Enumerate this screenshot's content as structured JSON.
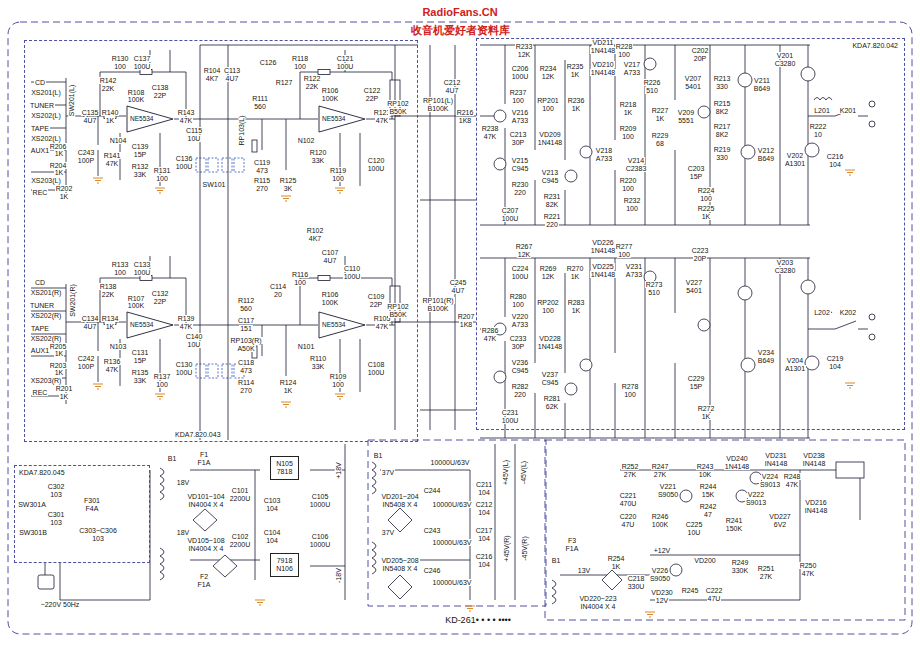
{
  "diagram": {
    "nodes": [
      {
        "text": [
          "KDA7.820.043"
        ]
      },
      {
        "text": [
          "KDA7.820.042"
        ]
      },
      {
        "text": [
          "KDA7.820.045"
        ]
      },
      {
        "text": [
          "NE5534"
        ],
        "in": 0
      },
      {
        "text": [
          "NE5534"
        ],
        "in": 0
      },
      {
        "text": [
          "NE5534"
        ],
        "in": 0
      },
      {
        "text": [
          "NE5534"
        ],
        "in": 0
      },
      {
        "text": [
          "N105",
          "7818"
        ]
      },
      {
        "text": [
          "7918",
          "N106"
        ]
      }
    ],
    "labels": [
      "RadioFans.CN",
      "收音机爱好者资料库",
      "KD-261• • • • ••••",
      "CD",
      "XS201(L)",
      "TUNER",
      "XS202(L)",
      "TAPE",
      "XS202(L)",
      "AUX1",
      "R206",
      "1K",
      "XS203(L)",
      "R204",
      "1K",
      "REC",
      "R202",
      "1K",
      "SW201(L)",
      "C135",
      "4U7",
      "R140",
      "1K",
      "C243",
      "100P",
      "R141",
      "47K",
      "R130",
      "100",
      "C137",
      "100U",
      "R142",
      "22K",
      "R108",
      "100K",
      "C138",
      "22P",
      "N104",
      "R143",
      "47K",
      "C139",
      "15P",
      "R132",
      "33K",
      "R131",
      "100",
      "C136",
      "100U",
      "C115",
      "10U",
      "R104",
      "4K7",
      "C113",
      "4U7",
      "RP103(L)",
      "R111",
      "560",
      "C126",
      "R127",
      "C119",
      "473",
      "R115",
      "270",
      "R125",
      "3K",
      "SW101",
      "R118",
      "100",
      "C121",
      "100U",
      "R122",
      "22K",
      "R106",
      "100K",
      "C122",
      "22P",
      "N102",
      "R123",
      "47K",
      "R120",
      "33K",
      "R119",
      "100",
      "C120",
      "100U",
      "RP102",
      "B50K",
      "RP101(L)",
      "B100K",
      "C212",
      "4U7",
      "R216",
      "1K8",
      "R102",
      "4K7",
      "C107",
      "4U7",
      "C110",
      "100U",
      "CD",
      "XS201(R)",
      "TUNER",
      "XS202(R)",
      "TAPE",
      "XS202(R)",
      "AUX1",
      "R205",
      "1K",
      "XS203(R)",
      "R203",
      "1K",
      "REC",
      "R201",
      "1K",
      "SW201(R)",
      "C134",
      "4U7",
      "R134",
      "1K",
      "C242",
      "100P",
      "R136",
      "47K",
      "R133",
      "100",
      "C133",
      "100U",
      "R138",
      "22K",
      "R107",
      "100K",
      "C132",
      "22P",
      "N103",
      "R139",
      "47K",
      "C131",
      "15P",
      "R135",
      "33K",
      "R137",
      "100",
      "C130",
      "100U",
      "C140",
      "10U",
      "R112",
      "560",
      "C117",
      "151",
      "RP103(R)",
      "A50K",
      "C118",
      "473",
      "R114",
      "270",
      "R124",
      "1K",
      "C114",
      "20",
      "R116",
      "100",
      "R106",
      "100K",
      "C109",
      "22P",
      "N101",
      "R105",
      "47K",
      "R110",
      "33K",
      "R109",
      "100",
      "C108",
      "100U",
      "RP102",
      "B50K",
      "RP101(R)",
      "B100K",
      "C245",
      "4U7",
      "R207",
      "1K8",
      "B1",
      "F1",
      "F1A",
      "18V",
      "VD101~104",
      "IN4004 X 4",
      "C101",
      "2200U",
      "C103",
      "104",
      "+18V",
      "C105",
      "1000U",
      "18V",
      "VD105~108",
      "IN4004 X 4",
      "C102",
      "2200U",
      "C104",
      "104",
      "C106",
      "1000U",
      "F2",
      "F1A",
      "-18V",
      "B1",
      "37V",
      "VD201~204",
      "IN5408 X 4",
      "10000U/63V",
      "C244",
      "10000U/63V",
      "C211",
      "104",
      "C212",
      "104",
      "+45V(L)",
      "-45V(L)",
      "37V",
      "VD205~208",
      "IN5408 X 4",
      "C243",
      "10000U/63V",
      "C246",
      "10000U/63V",
      "C217",
      "104",
      "C216",
      "104",
      "+45V(R)",
      "-45V(R)",
      "R252",
      "27K",
      "R247",
      "27K",
      "R243",
      "10K",
      "VD240",
      "1N4148",
      "VD231",
      "IN4148",
      "VD238",
      "IN4148",
      "C221",
      "470U",
      "C220",
      "47U",
      "V221",
      "S9050",
      "R246",
      "100K",
      "R244",
      "15K",
      "R242",
      "47",
      "R241",
      "150K",
      "C225",
      "10U",
      "V222",
      "S9013",
      "V224",
      "S9013",
      "R248",
      "47K",
      "VD227",
      "6V2",
      "VD216",
      "IN4148",
      "B1",
      "F3",
      "F1A",
      "13V",
      "VD220~223",
      "IN4004 X 4",
      "R254",
      "1K",
      "C218",
      "330U",
      "+12V",
      "V226",
      "S9050",
      "VD230",
      "12V",
      "VD200",
      "R245",
      "R249",
      "330K",
      "R251",
      "27K",
      "R250",
      "47K",
      "C222",
      "47U",
      "R233",
      "12K",
      "C206",
      "100U",
      "R234",
      "12K",
      "R235",
      "1K",
      "VD211",
      "1N4148",
      "VD210",
      "1N4148",
      "R228",
      "100",
      "V217",
      "A733",
      "R226",
      "510",
      "V207",
      "5401",
      "C202",
      "20P",
      "V201",
      "C3280",
      "R237",
      "100",
      "V216",
      "A733",
      "RP201",
      "100",
      "R236",
      "1K",
      "C213",
      "30P",
      "VD209",
      "1N4148",
      "R238",
      "47K",
      "V215",
      "C945",
      "V213",
      "C945",
      "R230",
      "220",
      "R231",
      "82K",
      "C207",
      "100U",
      "R221",
      "220",
      "V218",
      "A733",
      "V214",
      "C2383",
      "R218",
      "1K",
      "R209",
      "100",
      "R220",
      "100",
      "R232",
      "100",
      "R227",
      "1K",
      "R229",
      "68",
      "V209",
      "5551",
      "R213",
      "330",
      "R215",
      "8K2",
      "R217",
      "8K2",
      "R219",
      "330",
      "V211",
      "B649",
      "V202",
      "A1301",
      "V212",
      "B649",
      "L201",
      "K201",
      "C216",
      "104",
      "R222",
      "10",
      "C203",
      "15P",
      "R224",
      "100",
      "R225",
      "1K",
      "R267",
      "12K",
      "C224",
      "100U",
      "R269",
      "12K",
      "R270",
      "1K",
      "VD226",
      "1N4148",
      "VD225",
      "1N4148",
      "R277",
      "100",
      "V231",
      "A733",
      "R273",
      "510",
      "V227",
      "5401",
      "C223",
      "20P",
      "V203",
      "C3280",
      "R280",
      "100",
      "V220",
      "A733",
      "RP202",
      "100",
      "R283",
      "1K",
      "C233",
      "30P",
      "VD228",
      "1N4148",
      "R286",
      "47K",
      "V236",
      "C945",
      "V237",
      "C945",
      "R282",
      "220",
      "R281",
      "62K",
      "C231",
      "100U",
      "V234",
      "B649",
      "V204",
      "A1301",
      "L202",
      "K202",
      "C219",
      "104",
      "C229",
      "15P",
      "R272",
      "1K",
      "R278",
      "100",
      "C302",
      "103",
      "SW301A",
      "C301",
      "103",
      "F301",
      "F4A",
      "SW301B",
      "C303~C306",
      "103",
      "~220V 50Hz"
    ]
  }
}
